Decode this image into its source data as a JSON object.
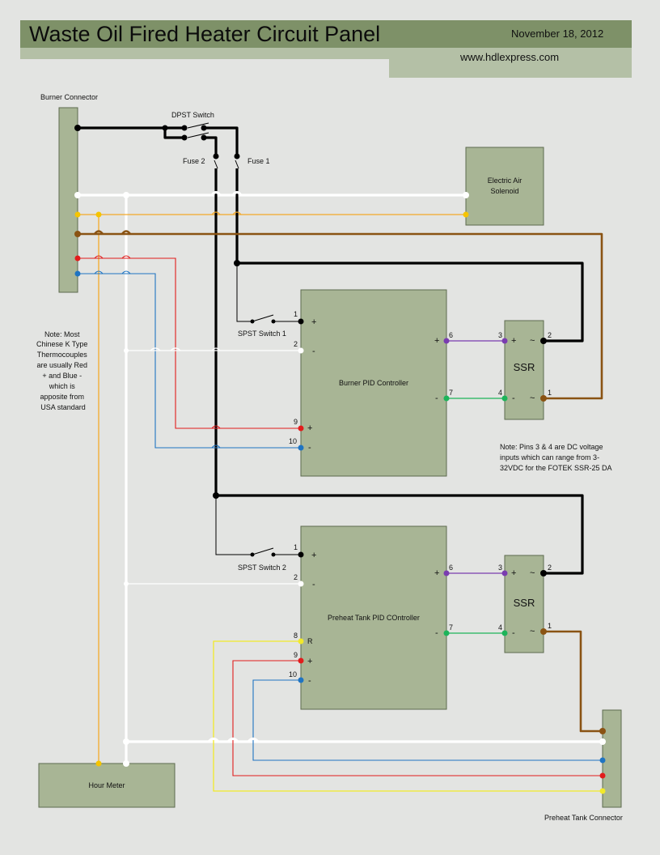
{
  "header": {
    "title": "Waste Oil Fired Heater Circuit Panel",
    "date": "November 18, 2012",
    "website": "www.hdlexpress.com"
  },
  "labels": {
    "burner_connector": "Burner Connector",
    "dpst_switch": "DPST Switch",
    "fuse2": "Fuse 2",
    "fuse1": "Fuse 1",
    "air_solenoid_line1": "Electric Air",
    "air_solenoid_line2": "Solenoid",
    "spst_switch1": "SPST Switch 1",
    "spst_switch2": "SPST Switch 2",
    "burner_pid": "Burner PID Controller",
    "preheat_pid": "Preheat Tank PID COntroller",
    "ssr1": "SSR",
    "ssr2": "SSR",
    "hour_meter": "Hour Meter",
    "preheat_connector": "Preheat Tank Connector"
  },
  "notes": {
    "thermocouple": [
      "Note: Most",
      "Chinese K Type",
      "Thermocouples",
      "are usually Red",
      "+ and Blue -",
      "which is",
      "apposite from",
      "USA standard"
    ],
    "ssr": [
      "Note: Pins 3 & 4 are DC voltage",
      "inputs which can range from 3-",
      "32VDC for the FOTEK SSR-25 DA"
    ]
  },
  "burner_pid_pins": {
    "pin1": "1",
    "pin2": "2",
    "pin9": "9",
    "pin10": "10",
    "pin6": "6",
    "pin7": "7",
    "plus1": "+",
    "minus2": "-",
    "plus9": "+",
    "minus10": "-",
    "plus6": "+",
    "minus7": "-"
  },
  "preheat_pid_pins": {
    "pin1": "1",
    "pin2": "2",
    "pin8": "8",
    "pin9": "9",
    "pin10": "10",
    "pin6": "6",
    "pin7": "7",
    "plus1": "+",
    "minus2": "-",
    "r8": "R",
    "plus9": "+",
    "minus10": "-",
    "plus6": "+",
    "minus7": "-"
  },
  "ssr1_pins": {
    "pin3": "3",
    "pin4": "4",
    "pin2": "2",
    "pin1": "1",
    "plus3": "+",
    "minus4": "-",
    "ac2": "~",
    "ac1": "~"
  },
  "ssr2_pins": {
    "pin3": "3",
    "pin4": "4",
    "pin2": "2",
    "pin1": "1",
    "plus3": "+",
    "minus4": "-",
    "ac2": "~",
    "ac1": "~"
  },
  "colors": {
    "black_wire": "#000000",
    "white_wire": "#ffffff",
    "orange_wire": "#f3a92a",
    "brown_wire": "#8a5313",
    "red_wire": "#e21c1c",
    "blue_wire": "#1f74c2",
    "purple_wire": "#7a3cb0",
    "green_wire": "#1db45a",
    "yellow_wire": "#f2e92a",
    "component_fill": "#a8b595",
    "banner": "#7e9168"
  }
}
